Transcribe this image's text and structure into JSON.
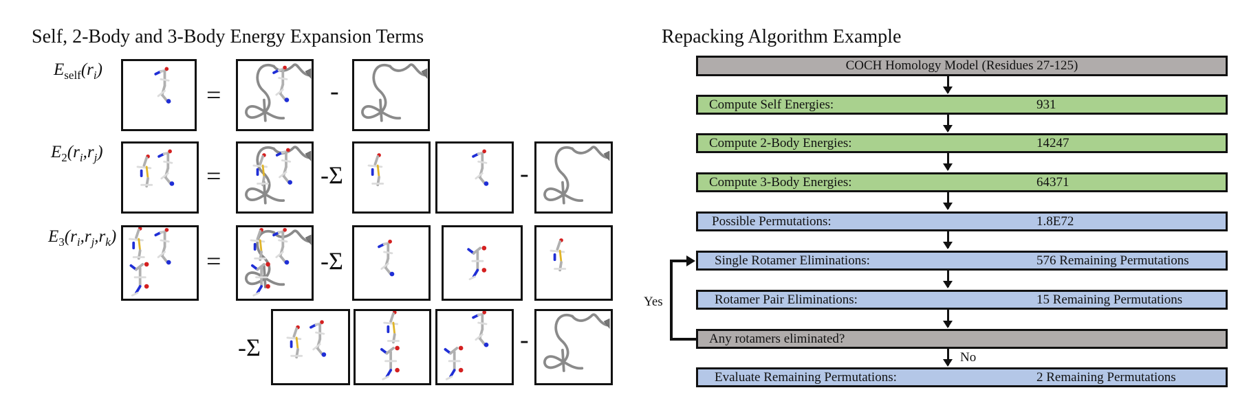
{
  "left": {
    "title": "Self, 2-Body and 3-Body Energy Expansion Terms",
    "rows": [
      {
        "label_main": "E",
        "label_sub": "self",
        "label_args": "(r",
        "label_arg_subs": [
          "i"
        ],
        "label_text": "Eself(ri)"
      },
      {
        "label_text": "E2(ri,rj)"
      },
      {
        "label_text": "E3(ri,rj,rk)"
      }
    ],
    "operators": {
      "equals": "=",
      "minus": "-",
      "minus_sigma": "-Σ"
    },
    "panel_legend": {
      "backbone": "protein backbone ribbon",
      "residue_i": "residue i (lysine-like)",
      "residue_j": "residue j (sulfur-containing)",
      "residue_k": "residue k (glutamine-like)"
    },
    "colors": {
      "carbon": "#c8c8c8",
      "nitrogen": "#1f2ed6",
      "oxygen": "#d42020",
      "sulfur": "#e0b52a",
      "backbone": "#9a9a9a"
    }
  },
  "right": {
    "title": "Repacking Algorithm Example",
    "steps": [
      {
        "label": "COCH Homology Model (Residues 27-125)",
        "value": "",
        "color": "gray"
      },
      {
        "label": "Compute Self Energies:",
        "value": "931",
        "color": "green"
      },
      {
        "label": "Compute 2-Body Energies:",
        "value": "14247",
        "color": "green"
      },
      {
        "label": "Compute 3-Body Energies:",
        "value": "64371",
        "color": "green"
      },
      {
        "label": "Possible Permutations:",
        "value": "1.8E72",
        "color": "blue"
      },
      {
        "label": "Single Rotamer Eliminations:",
        "value": "576 Remaining Permutations",
        "color": "blue"
      },
      {
        "label": "Rotamer Pair Eliminations:",
        "value": "15 Remaining Permutations",
        "color": "blue"
      },
      {
        "label": "Any rotamers eliminated?",
        "value": "",
        "color": "gray"
      },
      {
        "label": "Evaluate Remaining Permutations:",
        "value": "2 Remaining Permutations",
        "color": "blue"
      }
    ],
    "branch_yes": "Yes",
    "branch_no": "No",
    "colors": {
      "gray": "#b0acab",
      "green": "#a9d18e",
      "blue": "#b4c7e7",
      "border": "#111111"
    }
  }
}
